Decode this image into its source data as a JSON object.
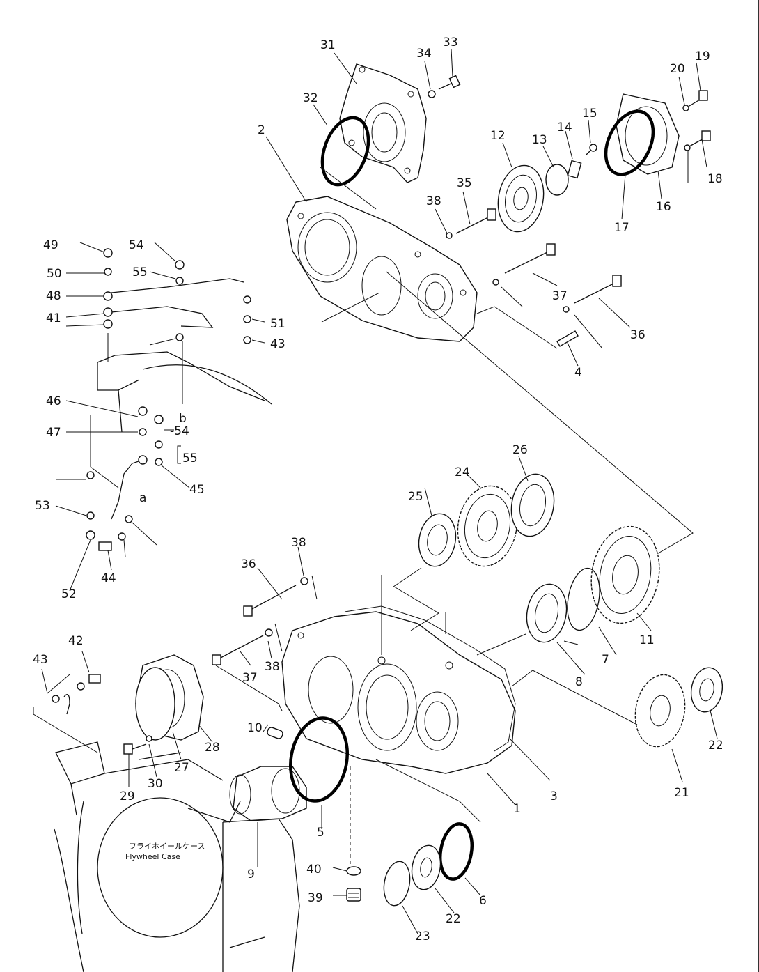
{
  "diagram": {
    "labels": [
      "31",
      "33",
      "34",
      "32",
      "2",
      "12",
      "13",
      "14",
      "15",
      "20",
      "19",
      "18",
      "16",
      "17",
      "38",
      "35",
      "37",
      "36",
      "4",
      "49",
      "54",
      "50",
      "55",
      "48",
      "41",
      "51",
      "43",
      "46",
      "47",
      "b",
      "-54",
      "55",
      "45",
      "a",
      "53",
      "44",
      "52",
      "26",
      "24",
      "25",
      "11",
      "7",
      "8",
      "36",
      "38",
      "37",
      "38",
      "42",
      "43",
      "28",
      "27",
      "29",
      "30",
      "10",
      "5",
      "9",
      "40",
      "39",
      "23",
      "22",
      "6",
      "1",
      "3",
      "21",
      "22"
    ],
    "case_caption_jp": "フライホイールケース",
    "case_caption_en": "Flywheel Case"
  }
}
